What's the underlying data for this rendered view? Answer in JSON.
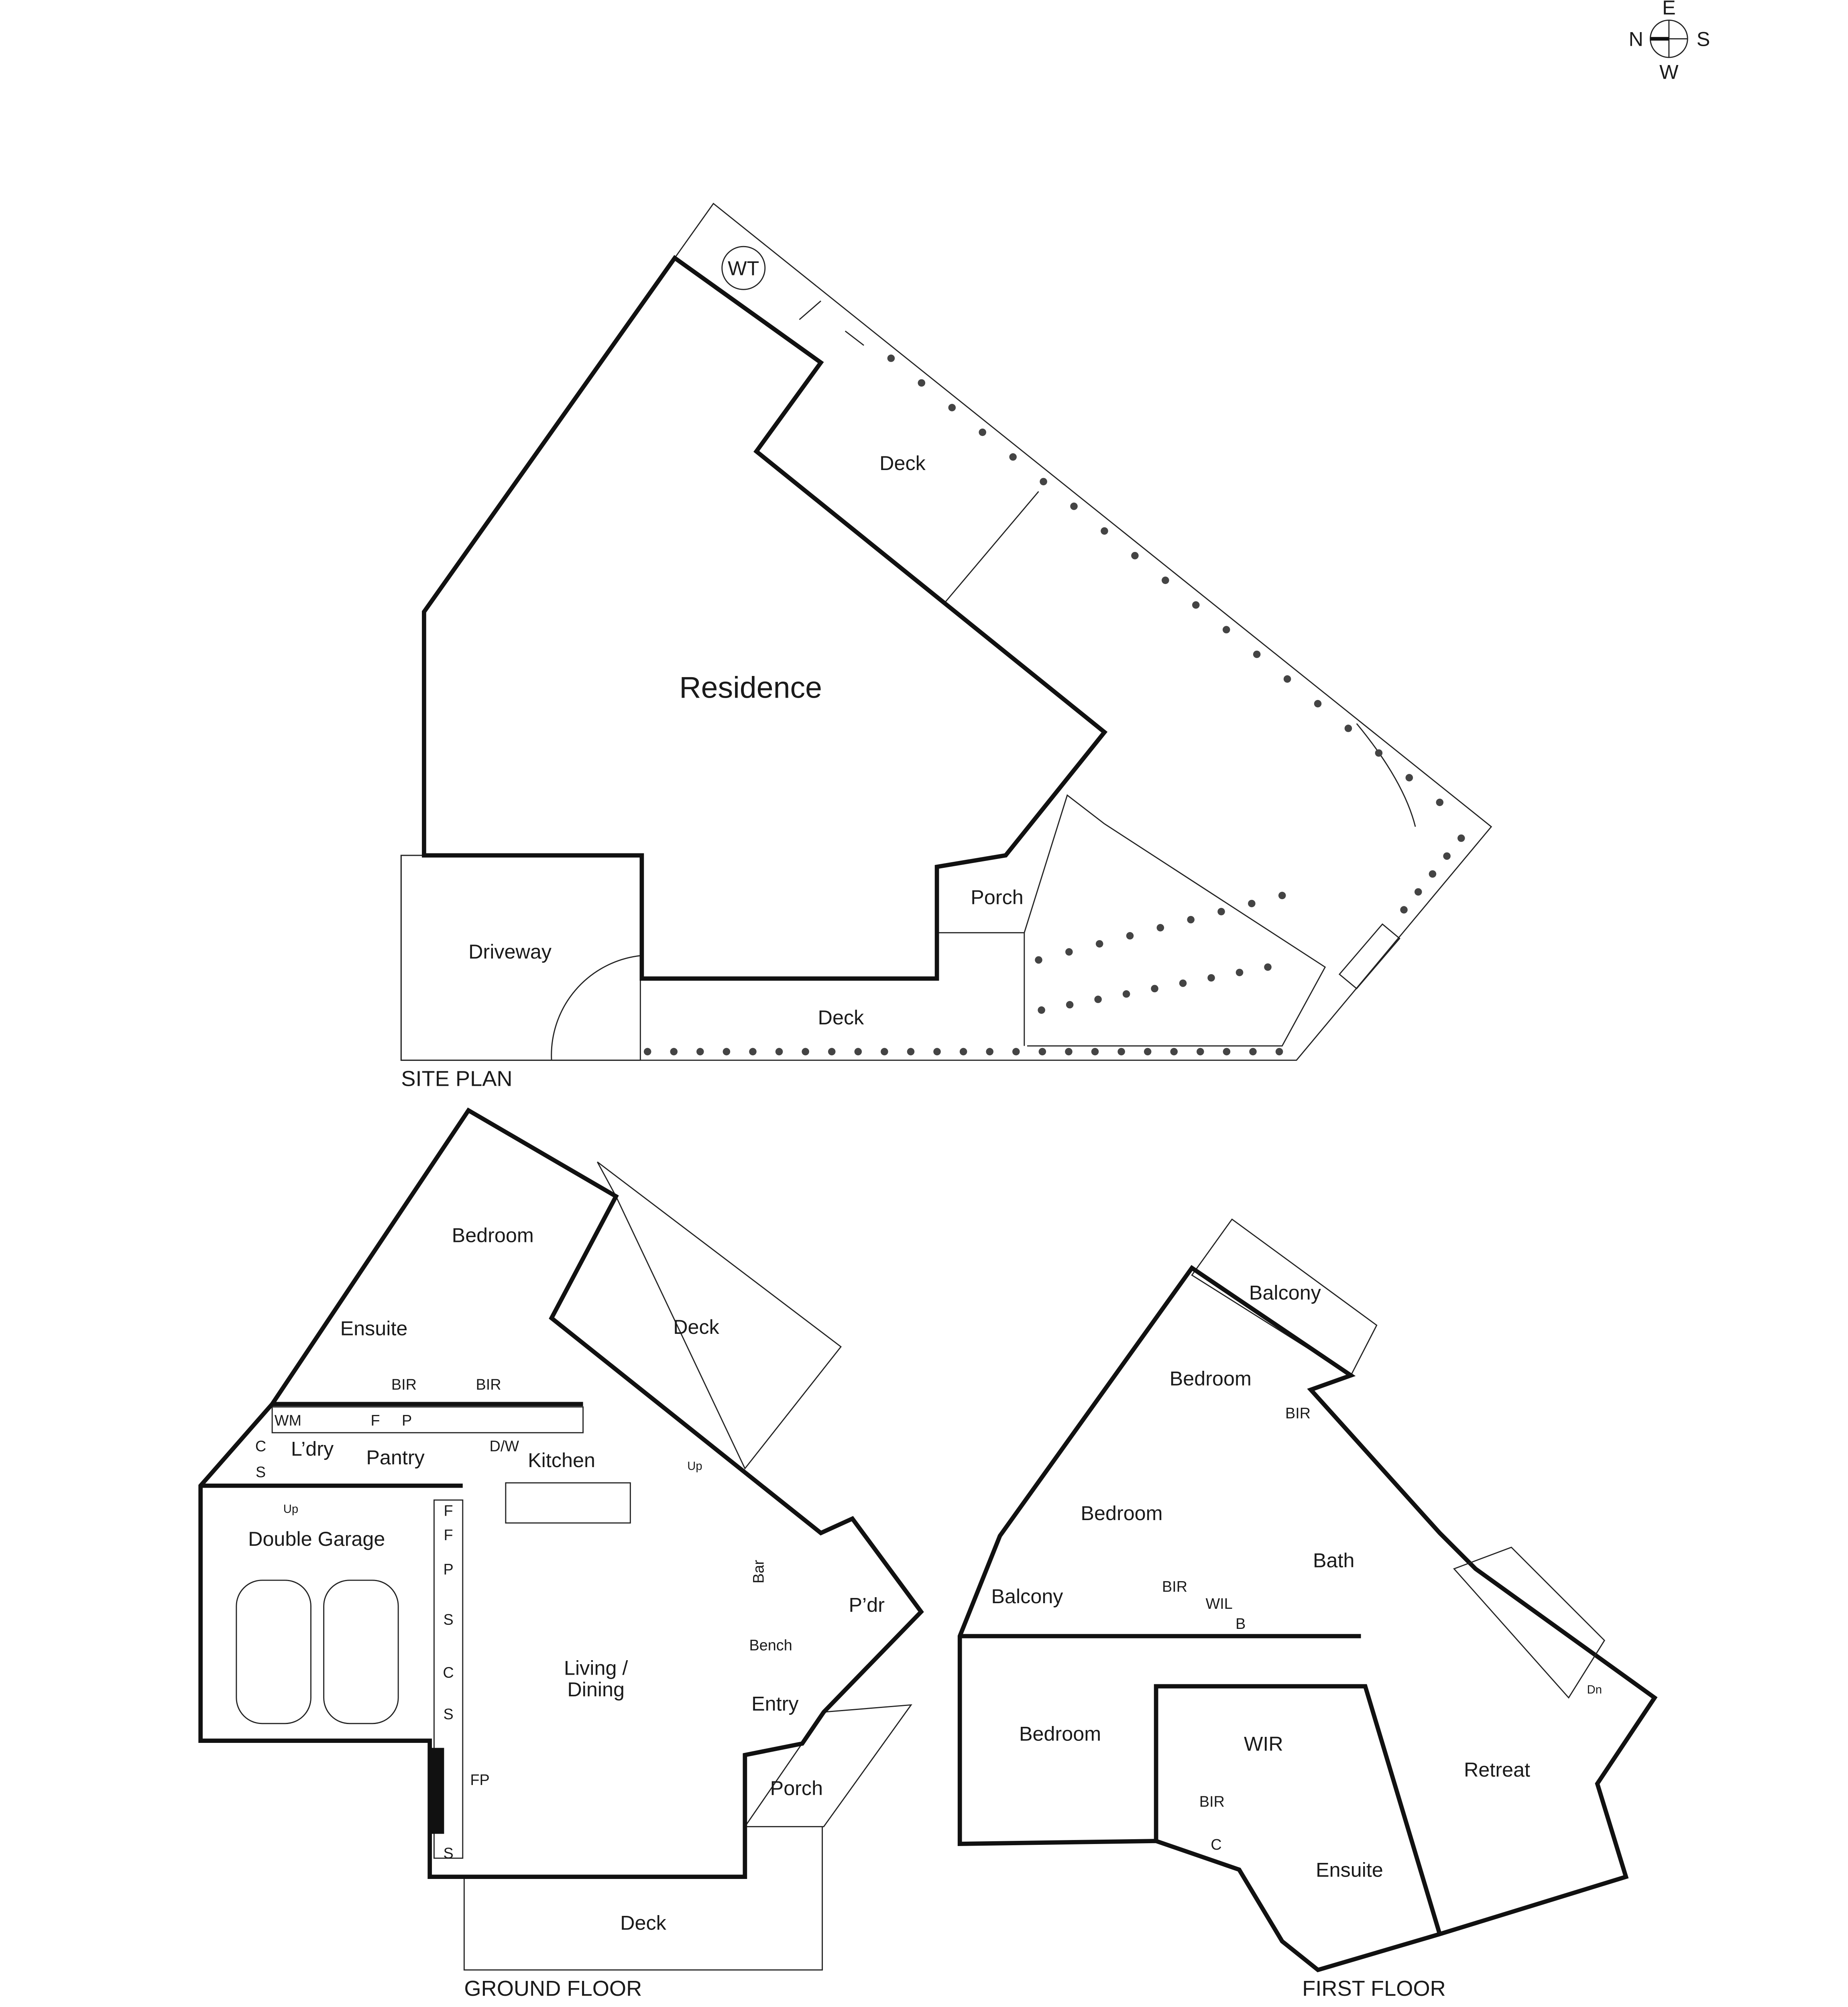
{
  "compass": {
    "north": "N",
    "east": "E",
    "south": "S",
    "west": "W",
    "icon": "compass-icon"
  },
  "site_plan": {
    "title": "SITE PLAN",
    "labels": {
      "residence": "Residence",
      "deck_top": "Deck",
      "deck_bottom": "Deck",
      "porch": "Porch",
      "driveway": "Driveway",
      "water_tank": "WT"
    }
  },
  "ground_floor": {
    "title": "GROUND FLOOR",
    "labels": {
      "bedroom": "Bedroom",
      "ensuite": "Ensuite",
      "bir1": "BIR",
      "bir2": "BIR",
      "deck_top": "Deck",
      "wm": "WM",
      "f1": "F",
      "p1": "P",
      "c1": "C",
      "s1": "S",
      "laundry": "L’dry",
      "pantry": "Pantry",
      "dw": "D/W",
      "kitchen": "Kitchen",
      "up": "Up",
      "up2": "Up",
      "double_garage": "Double Garage",
      "f2": "F",
      "f3": "F",
      "p2": "P",
      "s2": "S",
      "c2": "C",
      "s3": "S",
      "fp": "FP",
      "s4": "S",
      "living_l1": "Living /",
      "living_l2": "Dining",
      "bar": "Bar",
      "bench": "Bench",
      "powder": "P’dr",
      "entry": "Entry",
      "porch": "Porch",
      "deck_bottom": "Deck"
    }
  },
  "first_floor": {
    "title": "FIRST FLOOR",
    "labels": {
      "balcony_top": "Balcony",
      "bedroom1": "Bedroom",
      "bir1": "BIR",
      "bedroom2": "Bedroom",
      "bir2": "BIR",
      "balcony_left": "Balcony",
      "wil": "WIL",
      "b": "B",
      "bath": "Bath",
      "bedroom3": "Bedroom",
      "wir": "WIR",
      "bir3": "BIR",
      "c": "C",
      "ensuite": "Ensuite",
      "retreat": "Retreat",
      "dn": "Dn"
    }
  }
}
